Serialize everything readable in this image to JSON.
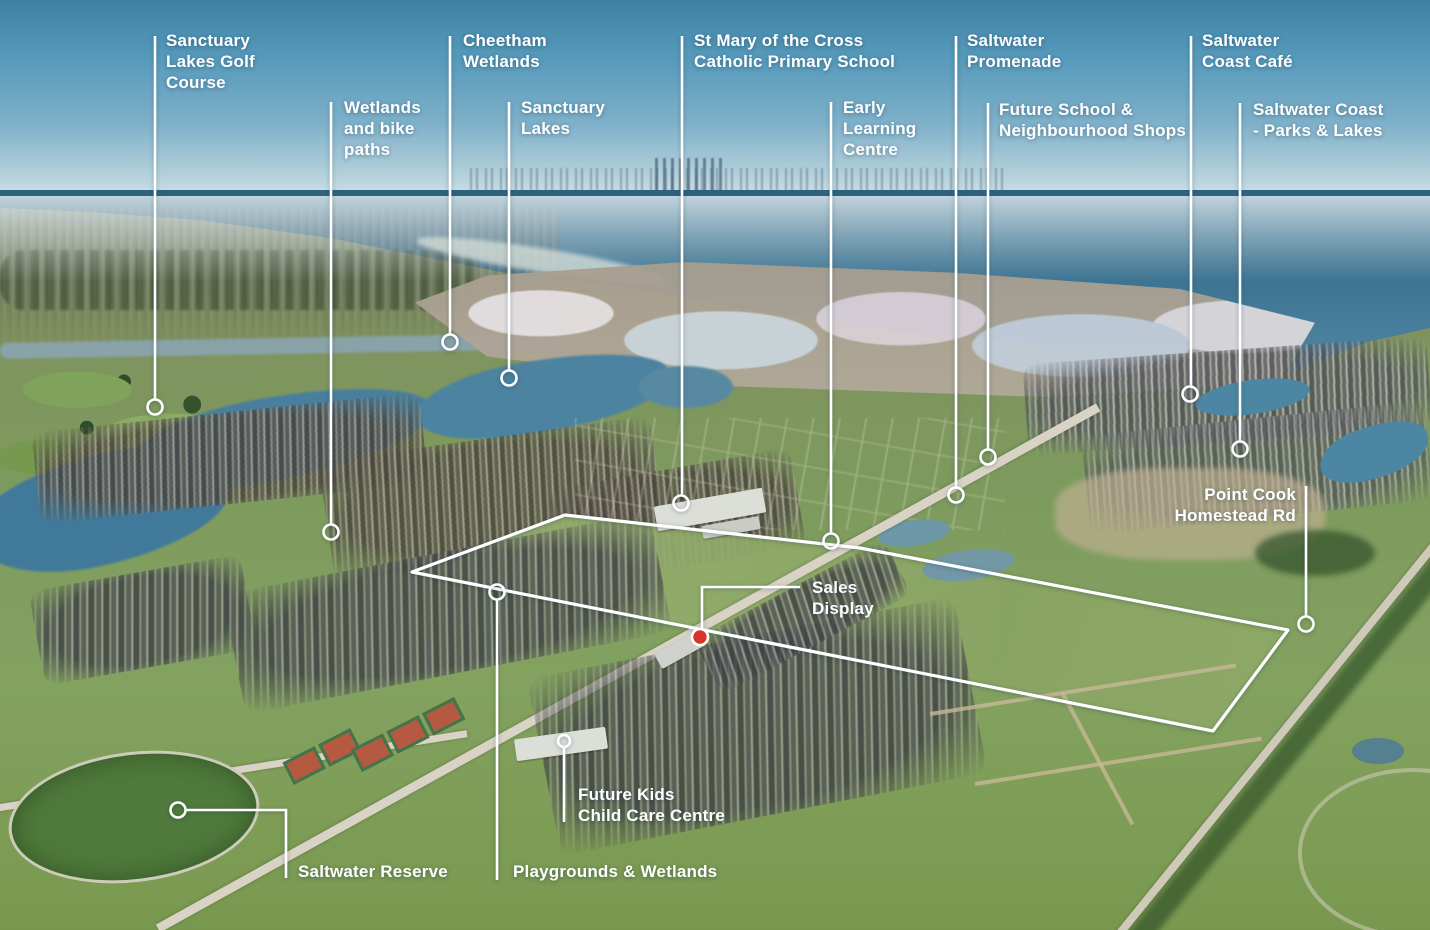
{
  "colors": {
    "label_text": "#ffffff",
    "leader_lines": "#ffffff",
    "boundary_outline": "#ffffff",
    "sales_display_marker": "#d6342c"
  },
  "labels": {
    "golf": {
      "text": "Sanctuary\nLakes Golf\nCourse"
    },
    "wetlands_bike": {
      "text": "Wetlands\nand bike\npaths"
    },
    "cheetham": {
      "text": "Cheetham\nWetlands"
    },
    "sanctuary_lakes": {
      "text": "Sanctuary\nLakes"
    },
    "st_mary": {
      "text": "St Mary of the Cross\nCatholic Primary School"
    },
    "early_learning": {
      "text": "Early\nLearning\nCentre"
    },
    "promenade": {
      "text": "Saltwater\nPromenade"
    },
    "future_school": {
      "text": "Future School &\nNeighbourhood Shops"
    },
    "cafe": {
      "text": "Saltwater\nCoast Café"
    },
    "parks_lakes": {
      "text": "Saltwater Coast\n- Parks & Lakes"
    },
    "point_cook_rd": {
      "text": "Point Cook\nHomestead Rd"
    },
    "sales_display": {
      "text": "Sales\nDisplay"
    },
    "future_kids": {
      "text": "Future Kids\nChild Care Centre"
    },
    "saltwater_reserve": {
      "text": "Saltwater Reserve"
    },
    "playgrounds": {
      "text": "Playgrounds & Wetlands"
    }
  }
}
